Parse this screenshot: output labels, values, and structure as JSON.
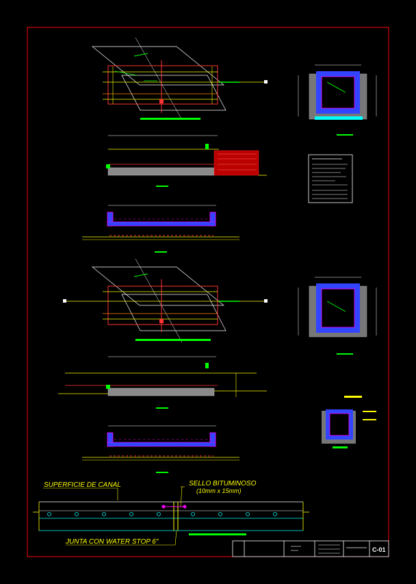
{
  "annotations": {
    "canal_surface": "SUPERFICIE DE CANAL",
    "bitumen_seal": "SELLO BITUMINOSO",
    "seal_dims": "(10mm x 15mm)",
    "waterstop_joint": "JUNTA CON WATER STOP 6\""
  },
  "title_block": {
    "sheet_code": "C-01"
  },
  "colors": {
    "background": "#000000",
    "border": "#ff0000",
    "white": "#ffffff",
    "green": "#00ff00",
    "yellow": "#ffff00",
    "blue": "#3344ff",
    "magenta": "#ff00ff",
    "cyan": "#00ffff",
    "gray": "#a0a0a0"
  }
}
